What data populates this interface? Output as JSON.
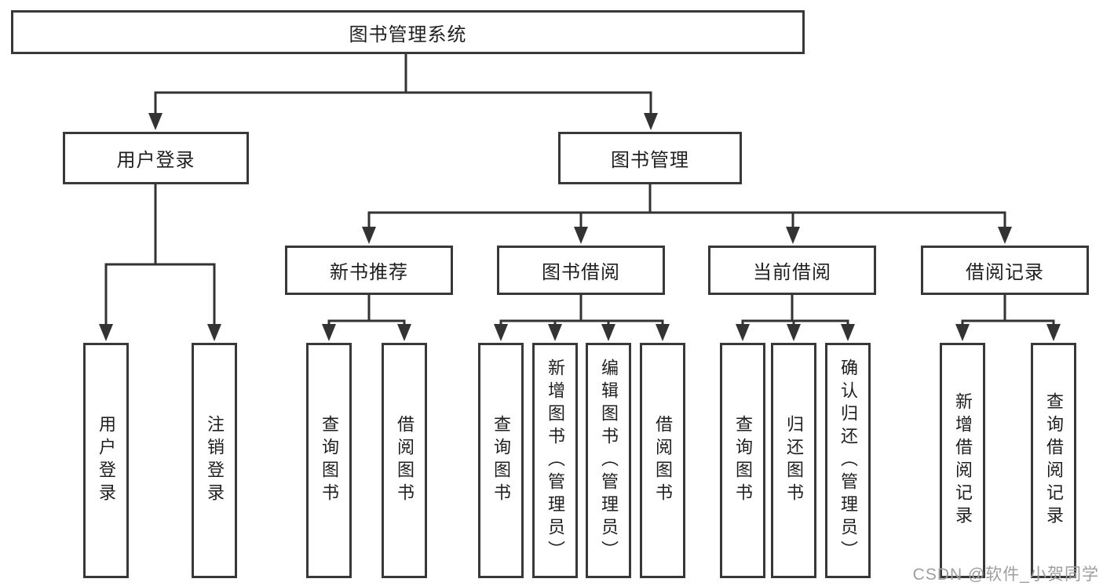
{
  "colors": {
    "background": "#ffffff",
    "line": "#333333",
    "box_border": "#383838",
    "text": "#1f1f1f",
    "watermark": "#9e9e9e"
  },
  "tree": {
    "root": {
      "label": "图书管理系统"
    },
    "user_branch": {
      "label": "用户登录",
      "children": [
        {
          "label": "用户登录"
        },
        {
          "label": "注销登录"
        }
      ]
    },
    "book_branch": {
      "label": "图书管理",
      "groups": [
        {
          "label": "新书推荐",
          "children": [
            {
              "label": "查询图书"
            },
            {
              "label": "借阅图书"
            }
          ]
        },
        {
          "label": "图书借阅",
          "children": [
            {
              "label": "查询图书"
            },
            {
              "label": "新增图书（管理员）"
            },
            {
              "label": "编辑图书（管理员）"
            },
            {
              "label": "借阅图书"
            }
          ]
        },
        {
          "label": "当前借阅",
          "children": [
            {
              "label": "查询图书"
            },
            {
              "label": "归还图书"
            },
            {
              "label": "确认归还（管理员）"
            }
          ]
        },
        {
          "label": "借阅记录",
          "children": [
            {
              "label": "新增借阅记录"
            },
            {
              "label": "查询借阅记录"
            }
          ]
        }
      ]
    }
  },
  "watermark": {
    "text": "CSDN @软件_小贺同学"
  }
}
